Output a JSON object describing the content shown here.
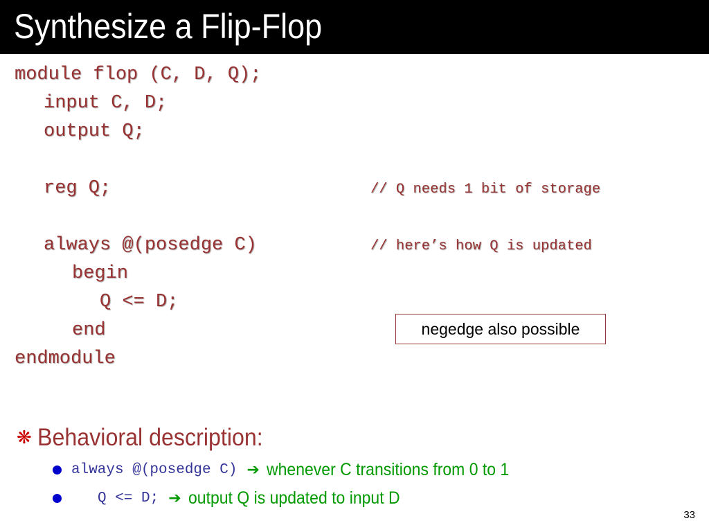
{
  "title": "Synthesize a Flip-Flop",
  "code": {
    "line1": "module flop (C, D, Q);",
    "line2": "input C, D;",
    "line3": "output Q;",
    "line4": "reg Q;",
    "line5": "always @(posedge C)",
    "line6": "begin",
    "line7": "Q <= D;",
    "line8": "end",
    "line9": "endmodule"
  },
  "comments": {
    "reg": "// Q needs 1 bit of storage",
    "always": "// here’s how Q is updated"
  },
  "callout": "negedge also possible",
  "bullets": {
    "main": "Behavioral description:",
    "main_icon": "asterisk-bullet-icon",
    "sub": [
      {
        "code": "always @(posedge C)",
        "text": "whenever C transitions from 0 to 1"
      },
      {
        "code": "Q <= D;",
        "text": "output Q is updated to input D"
      }
    ]
  },
  "page_number": "33",
  "colors": {
    "code": "#993333",
    "bullet_text": "#993333",
    "accent_green": "#009900",
    "sub_code": "#333399",
    "sub_bullet": "#0000cc",
    "title_bar": "#000000"
  }
}
